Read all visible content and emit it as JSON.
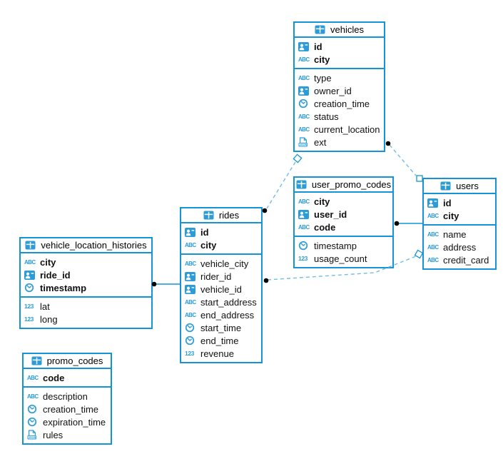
{
  "diagram": {
    "type": "entity-relationship-diagram",
    "background": "#ffffff",
    "accent_color": "#1494d6",
    "icon_color": "#2b9cd8",
    "dashed_line_color": "#70bde6",
    "connector_dot_color": "#000000",
    "text_color": "#111111",
    "tables": [
      {
        "id": "vehicles",
        "title": "vehicles",
        "keys": [
          {
            "name": "id",
            "type": "uuid"
          },
          {
            "name": "city",
            "type": "string"
          }
        ],
        "columns": [
          {
            "name": "type",
            "type": "string"
          },
          {
            "name": "owner_id",
            "type": "uuid"
          },
          {
            "name": "creation_time",
            "type": "timestamp"
          },
          {
            "name": "status",
            "type": "string"
          },
          {
            "name": "current_location",
            "type": "string"
          },
          {
            "name": "ext",
            "type": "json"
          }
        ]
      },
      {
        "id": "user_promo_codes",
        "title": "user_promo_codes",
        "keys": [
          {
            "name": "city",
            "type": "string"
          },
          {
            "name": "user_id",
            "type": "uuid"
          },
          {
            "name": "code",
            "type": "string"
          }
        ],
        "columns": [
          {
            "name": "timestamp",
            "type": "timestamp"
          },
          {
            "name": "usage_count",
            "type": "number"
          }
        ]
      },
      {
        "id": "users",
        "title": "users",
        "keys": [
          {
            "name": "id",
            "type": "uuid"
          },
          {
            "name": "city",
            "type": "string"
          }
        ],
        "columns": [
          {
            "name": "name",
            "type": "string"
          },
          {
            "name": "address",
            "type": "string"
          },
          {
            "name": "credit_card",
            "type": "string"
          }
        ]
      },
      {
        "id": "rides",
        "title": "rides",
        "keys": [
          {
            "name": "id",
            "type": "uuid"
          },
          {
            "name": "city",
            "type": "string"
          }
        ],
        "columns": [
          {
            "name": "vehicle_city",
            "type": "string"
          },
          {
            "name": "rider_id",
            "type": "uuid"
          },
          {
            "name": "vehicle_id",
            "type": "uuid"
          },
          {
            "name": "start_address",
            "type": "string"
          },
          {
            "name": "end_address",
            "type": "string"
          },
          {
            "name": "start_time",
            "type": "timestamp"
          },
          {
            "name": "end_time",
            "type": "timestamp"
          },
          {
            "name": "revenue",
            "type": "number"
          }
        ]
      },
      {
        "id": "vehicle_location_histories",
        "title": "vehicle_location_histories",
        "keys": [
          {
            "name": "city",
            "type": "string"
          },
          {
            "name": "ride_id",
            "type": "uuid"
          },
          {
            "name": "timestamp",
            "type": "timestamp"
          }
        ],
        "columns": [
          {
            "name": "lat",
            "type": "number"
          },
          {
            "name": "long",
            "type": "number"
          }
        ]
      },
      {
        "id": "promo_codes",
        "title": "promo_codes",
        "keys": [
          {
            "name": "code",
            "type": "string"
          }
        ],
        "columns": [
          {
            "name": "description",
            "type": "string"
          },
          {
            "name": "creation_time",
            "type": "timestamp"
          },
          {
            "name": "expiration_time",
            "type": "timestamp"
          },
          {
            "name": "rules",
            "type": "json"
          }
        ]
      }
    ],
    "relationships": [
      {
        "from": "vehicle_location_histories",
        "to": "rides",
        "line": "solid",
        "dot_at": "vehicle_location_histories",
        "square_at": null
      },
      {
        "from": "user_promo_codes",
        "to": "users",
        "line": "solid",
        "dot_at": "user_promo_codes",
        "square_at": null
      },
      {
        "from": "vehicles",
        "to": "users",
        "line": "dashed",
        "dot_at": "vehicles",
        "square_at": "users"
      },
      {
        "from": "vehicles",
        "to": "rides",
        "line": "dashed",
        "dot_at": "rides",
        "square_at": "vehicles"
      },
      {
        "from": "rides",
        "to": "users",
        "line": "dashed",
        "dot_at": "rides",
        "square_at": "users"
      }
    ]
  }
}
